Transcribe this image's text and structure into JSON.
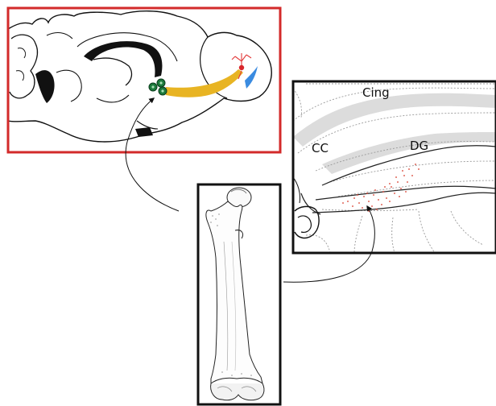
{
  "labels": {
    "cing": "Cing",
    "cc": "CC",
    "dg": "DG"
  },
  "colors": {
    "brain_frame": "#d32a2a",
    "panel_frame": "#111111",
    "axon_tract": "#e8b423",
    "neuron_soma": "#d8262b",
    "dendrites": "#e23a3a",
    "cell_cluster": "#1c7a3c",
    "blue_cell": "#3a8be0",
    "white_matter": "#dcdcdc",
    "labeled_cells": "#d83a2a",
    "arrow": "#111111"
  },
  "icons": {
    "brain_section": "sagittal-brain-schematic",
    "femur": "femur-bone-drawing",
    "hippocampus": "coronal-hippocampus-section"
  }
}
